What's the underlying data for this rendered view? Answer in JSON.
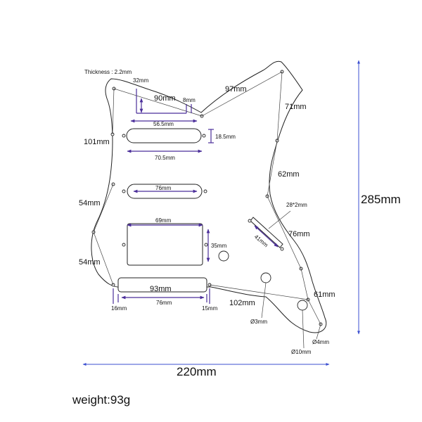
{
  "labels": {
    "thickness": "Thickness : 2.2mm",
    "d32": "32mm",
    "d90": "90mm",
    "d8": "8mm",
    "d97": "97mm",
    "d71": "71mm",
    "d56_5": "56.5mm",
    "d18_5": "18.5mm",
    "d101": "101mm",
    "d70_5": "70.5mm",
    "d62": "62mm",
    "d76_single": "76mm",
    "d54_top": "54mm",
    "d28x2": "28*2mm",
    "d69": "69mm",
    "d76_right": "76mm",
    "d41": "41mm",
    "d35": "35mm",
    "d54_bottom": "54mm",
    "d93": "93mm",
    "d61": "61mm",
    "d102": "102mm",
    "d16": "16mm",
    "d76_bottom": "76mm",
    "d15": "15mm",
    "dia3": "Ø3mm",
    "dia4": "Ø4mm",
    "dia10": "Ø10mm",
    "height": "285mm",
    "width": "220mm",
    "weight": "weight:93g"
  }
}
